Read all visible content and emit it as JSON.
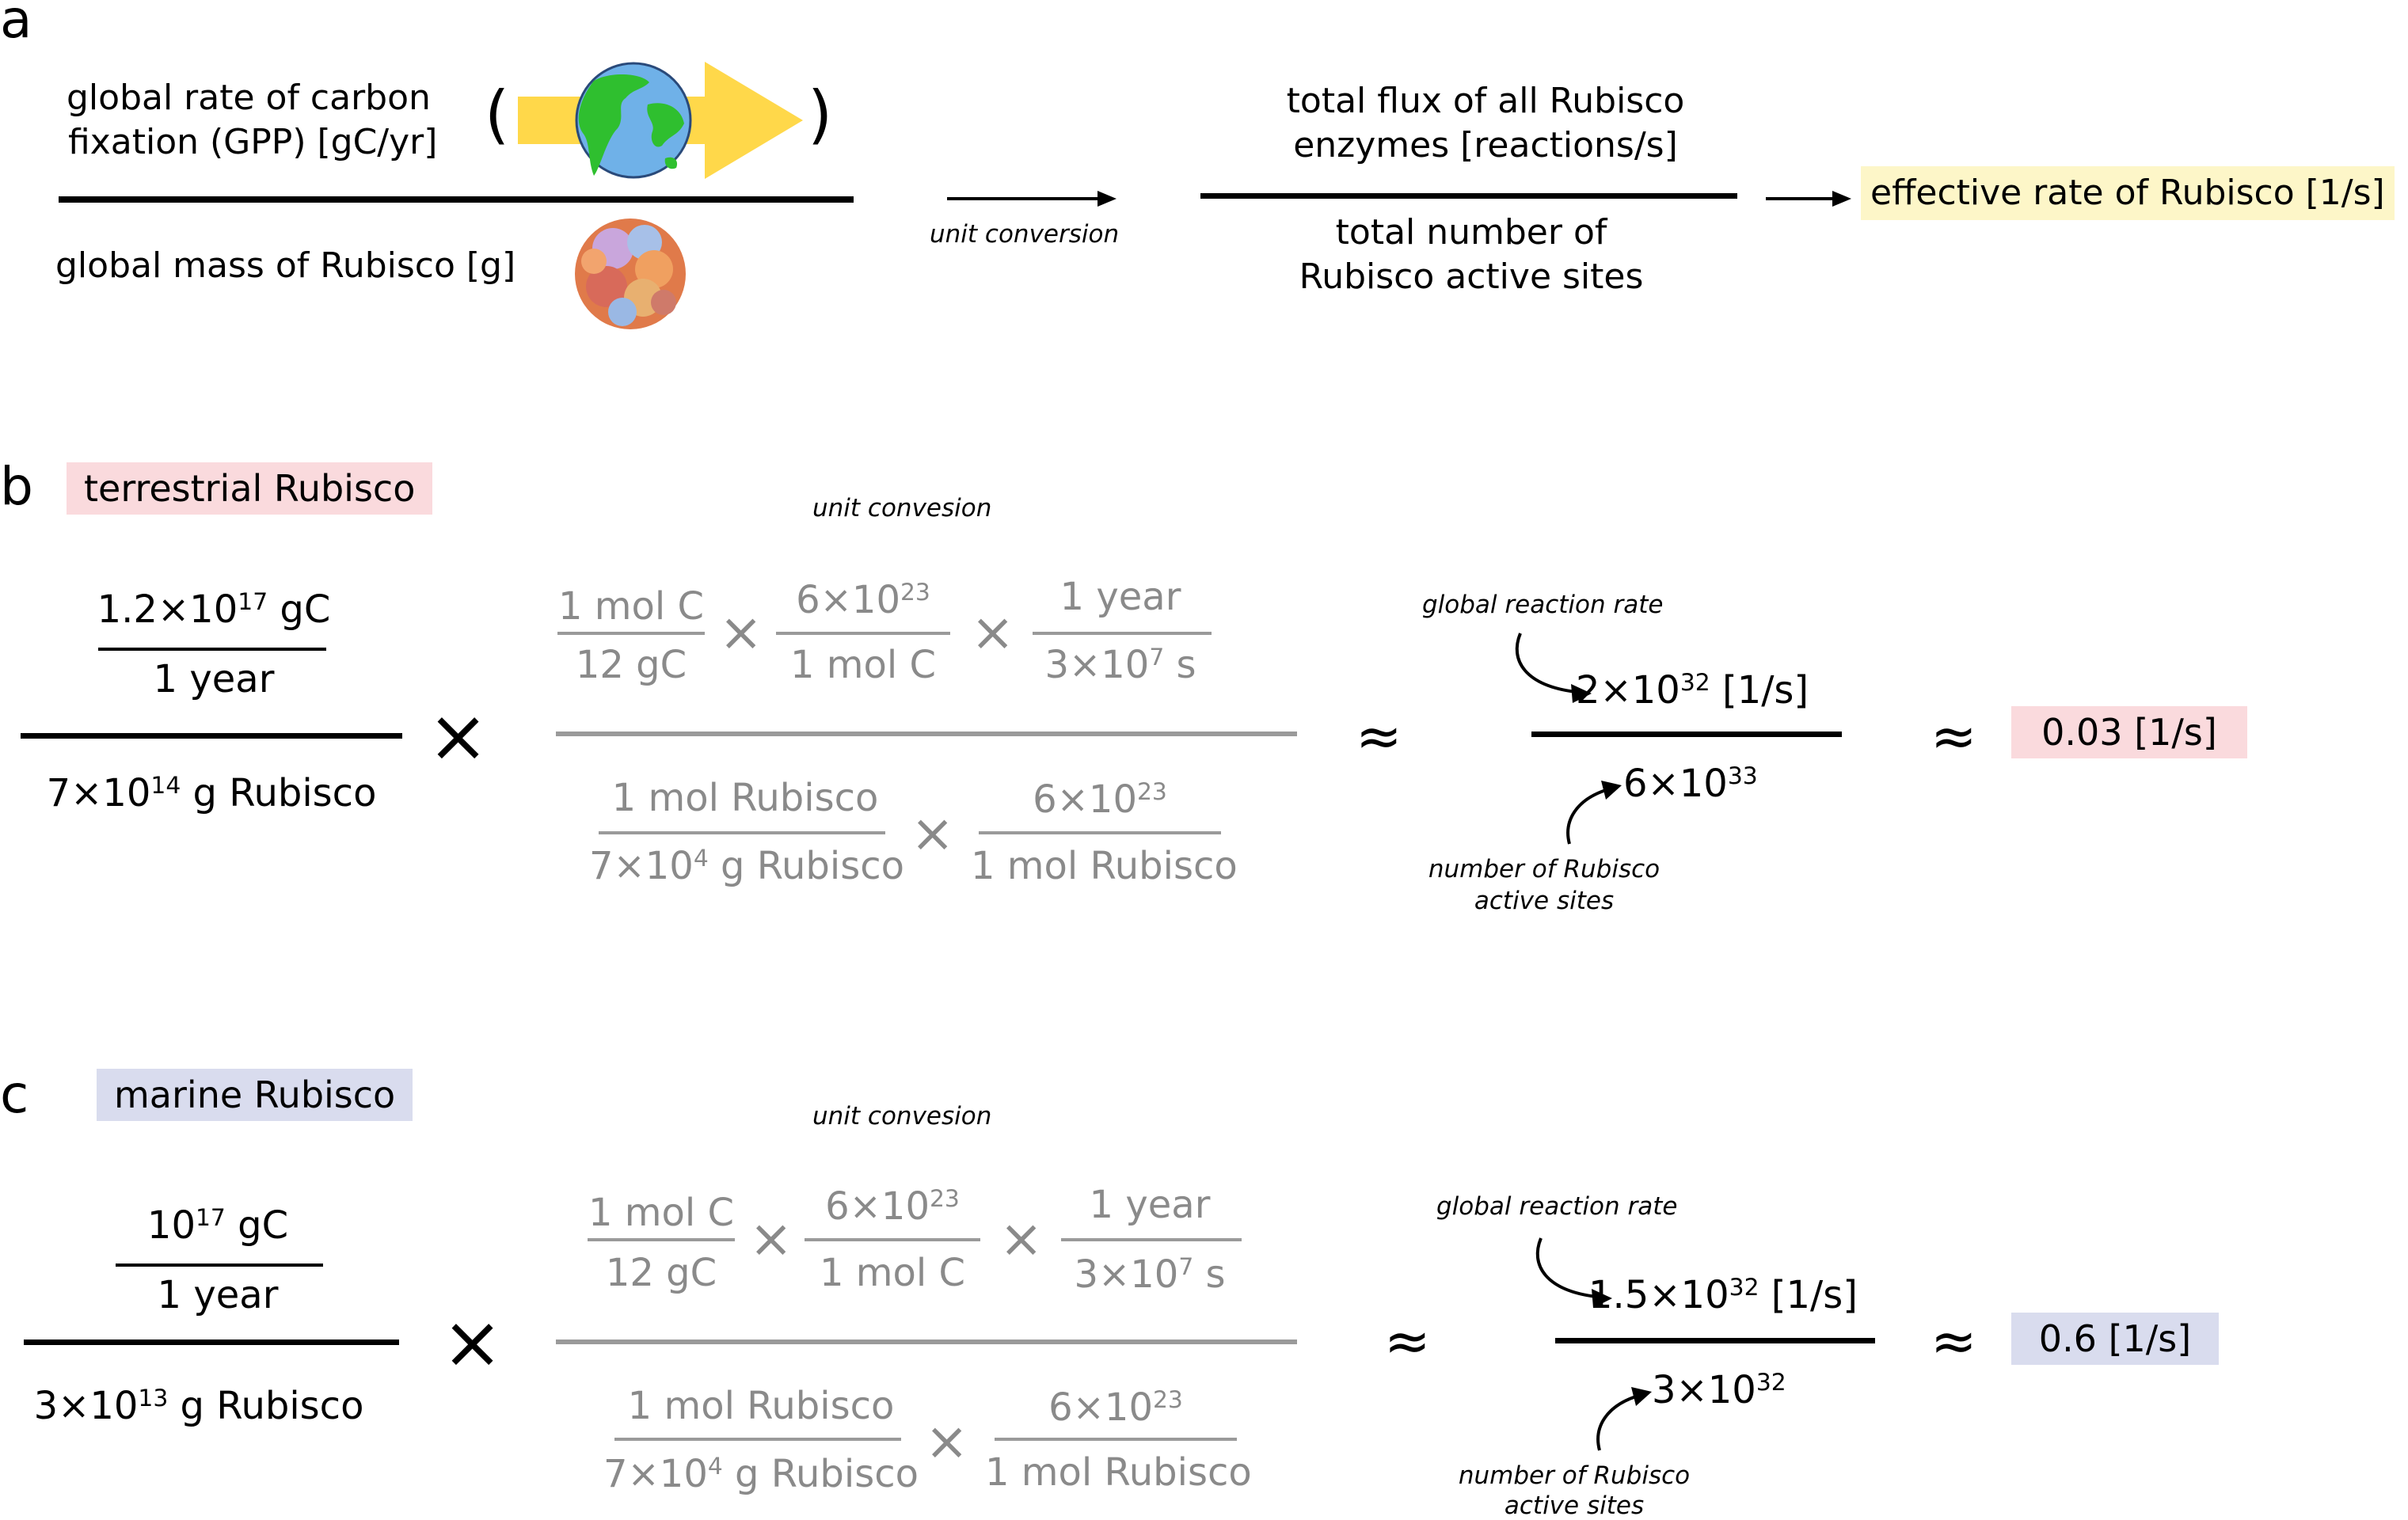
{
  "colors": {
    "terrestrial": "#fadadd",
    "marine": "#d9dcee",
    "result": "#fdf6c8",
    "term_gray": "#8a8a8a",
    "arrow_yellow": "#ffd84a",
    "earth_ocean": "#6fb1e8",
    "earth_land": "#2fbf2f"
  },
  "panel_a": {
    "letter": "a",
    "numerator_line1": "global rate of carbon",
    "numerator_line2": "fixation (GPP) [gC/yr]",
    "paren_open": "(",
    "paren_close": ")",
    "denominator": "global mass of Rubisco [g]",
    "earth_icon": "earth-arrow-icon",
    "protein_icon": "rubisco-protein-icon",
    "conversion_label": "unit conversion",
    "flux_line1": "total flux of all Rubisco",
    "flux_line2": "enzymes [reactions/s]",
    "sites_line1": "total number of",
    "sites_line2": "Rubisco active sites",
    "result": "effective rate of Rubisco [1/s]"
  },
  "panel_b": {
    "letter": "b",
    "tag": "terrestrial Rubisco",
    "unit_title": "unit convesion",
    "gpp_mant": "1.2×10",
    "gpp_exp": "17",
    "gpp_unit": " gC",
    "per_year": "1 year",
    "mass_mant": "7×10",
    "mass_exp": "14",
    "mass_unit": " g Rubisco",
    "times": "×",
    "f1_num": "1 mol C",
    "f1_den": "12 gC",
    "f2_num_mant": "6×10",
    "f2_num_exp": "23",
    "f2_den": "1 mol C",
    "f3_num": "1 year",
    "f3_den_mant": "3×10",
    "f3_den_exp": "7",
    "f3_den_unit": " s",
    "d1_num": "1 mol Rubisco",
    "d1_den_mant": "7×10",
    "d1_den_exp": "4",
    "d1_den_unit": " g Rubisco",
    "d2_num_mant": "6×10",
    "d2_num_exp": "23",
    "d2_den": "1 mol Rubisco",
    "approx": "≈",
    "rate_label": "global reaction rate",
    "rate_mant": "2×10",
    "rate_exp": "32",
    "rate_unit": " [1/s]",
    "sites_mant": "6×10",
    "sites_exp": "33",
    "sites_label_1": "number of Rubisco",
    "sites_label_2": "active sites",
    "result": "0.03 [1/s]"
  },
  "panel_c": {
    "letter": "c",
    "tag": "marine Rubisco",
    "unit_title": "unit convesion",
    "gpp_mant": "10",
    "gpp_exp": "17",
    "gpp_unit": " gC",
    "per_year": "1 year",
    "mass_mant": "3×10",
    "mass_exp": "13",
    "mass_unit": " g Rubisco",
    "times": "×",
    "f1_num": "1 mol C",
    "f1_den": "12 gC",
    "f2_num_mant": "6×10",
    "f2_num_exp": "23",
    "f2_den": "1 mol C",
    "f3_num": "1 year",
    "f3_den_mant": "3×10",
    "f3_den_exp": "7",
    "f3_den_unit": " s",
    "d1_num": "1 mol Rubisco",
    "d1_den_mant": "7×10",
    "d1_den_exp": "4",
    "d1_den_unit": " g Rubisco",
    "d2_num_mant": "6×10",
    "d2_num_exp": "23",
    "d2_den": "1 mol Rubisco",
    "approx": "≈",
    "rate_label": "global reaction rate",
    "rate_mant": "1.5×10",
    "rate_exp": "32",
    "rate_unit": " [1/s]",
    "sites_mant": "3×10",
    "sites_exp": "32",
    "sites_label_1": "number of Rubisco",
    "sites_label_2": "active sites",
    "result": "0.6 [1/s]"
  }
}
